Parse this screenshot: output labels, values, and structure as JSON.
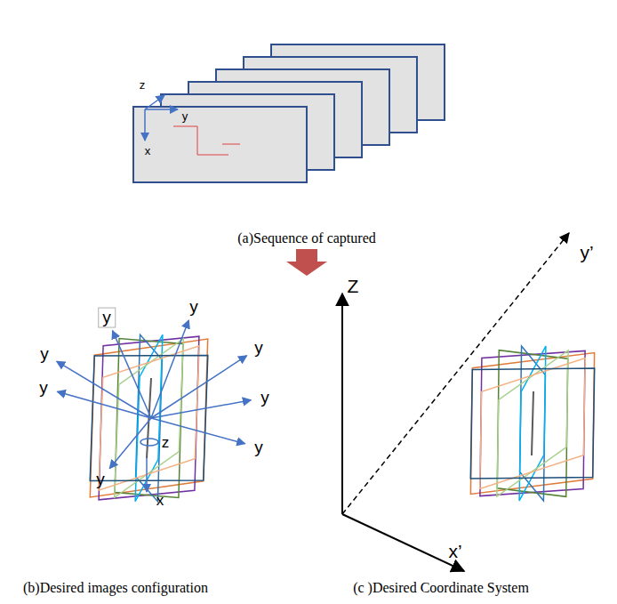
{
  "diagram": {
    "labels": [
      "z",
      "y",
      "x",
      "(a)Sequence of captured",
      "y",
      "y",
      "y",
      "y",
      "y",
      "y",
      "y",
      "y",
      "z",
      "x",
      "(b)Desired images configuration",
      "Z",
      "y’",
      "x’",
      "(c )Desired Coordinate System"
    ]
  }
}
